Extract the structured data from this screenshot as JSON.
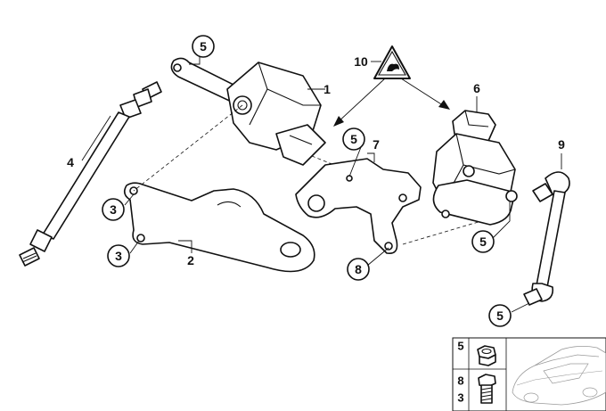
{
  "callouts": {
    "c_5_top": "5",
    "c_1": "1",
    "c_4": "4",
    "c_3_upper": "3",
    "c_3_lower": "3",
    "c_2": "2",
    "c_10": "10",
    "c_5_bracket": "5",
    "c_7": "7",
    "c_6": "6",
    "c_9": "9",
    "c_5_sensor": "5",
    "c_8": "8",
    "c_5_link": "5"
  },
  "inset": {
    "label_nut": "5",
    "label_bolt_a": "8",
    "label_bolt_b": "3"
  },
  "warning_icon": "warning-triangle-icon"
}
